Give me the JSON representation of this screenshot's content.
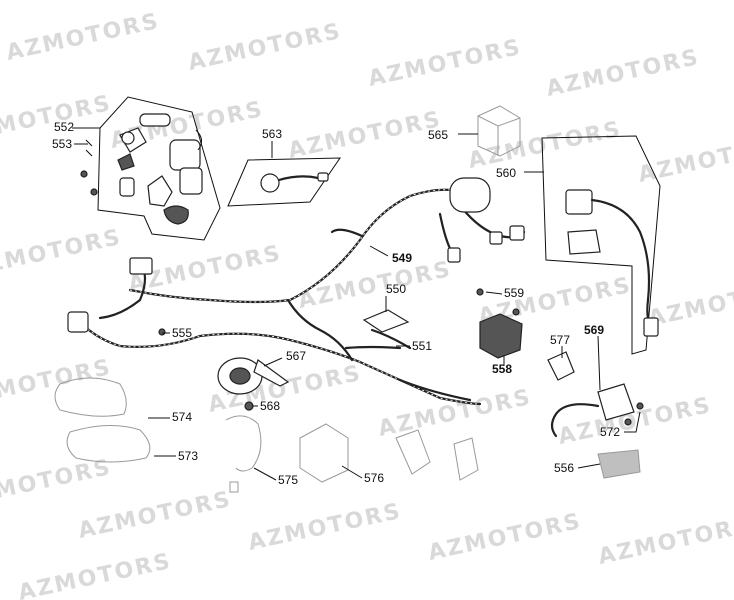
{
  "watermark": "AZMOTORS",
  "labels": {
    "549": "549",
    "550": "550",
    "551": "551",
    "552": "552",
    "553": "553",
    "555": "555",
    "556": "556",
    "558": "558",
    "559": "559",
    "560": "560",
    "563": "563",
    "565": "565",
    "567": "567",
    "568": "568",
    "569": "569",
    "572": "572",
    "573": "573",
    "574": "574",
    "575": "575",
    "576": "576",
    "577": "577"
  }
}
